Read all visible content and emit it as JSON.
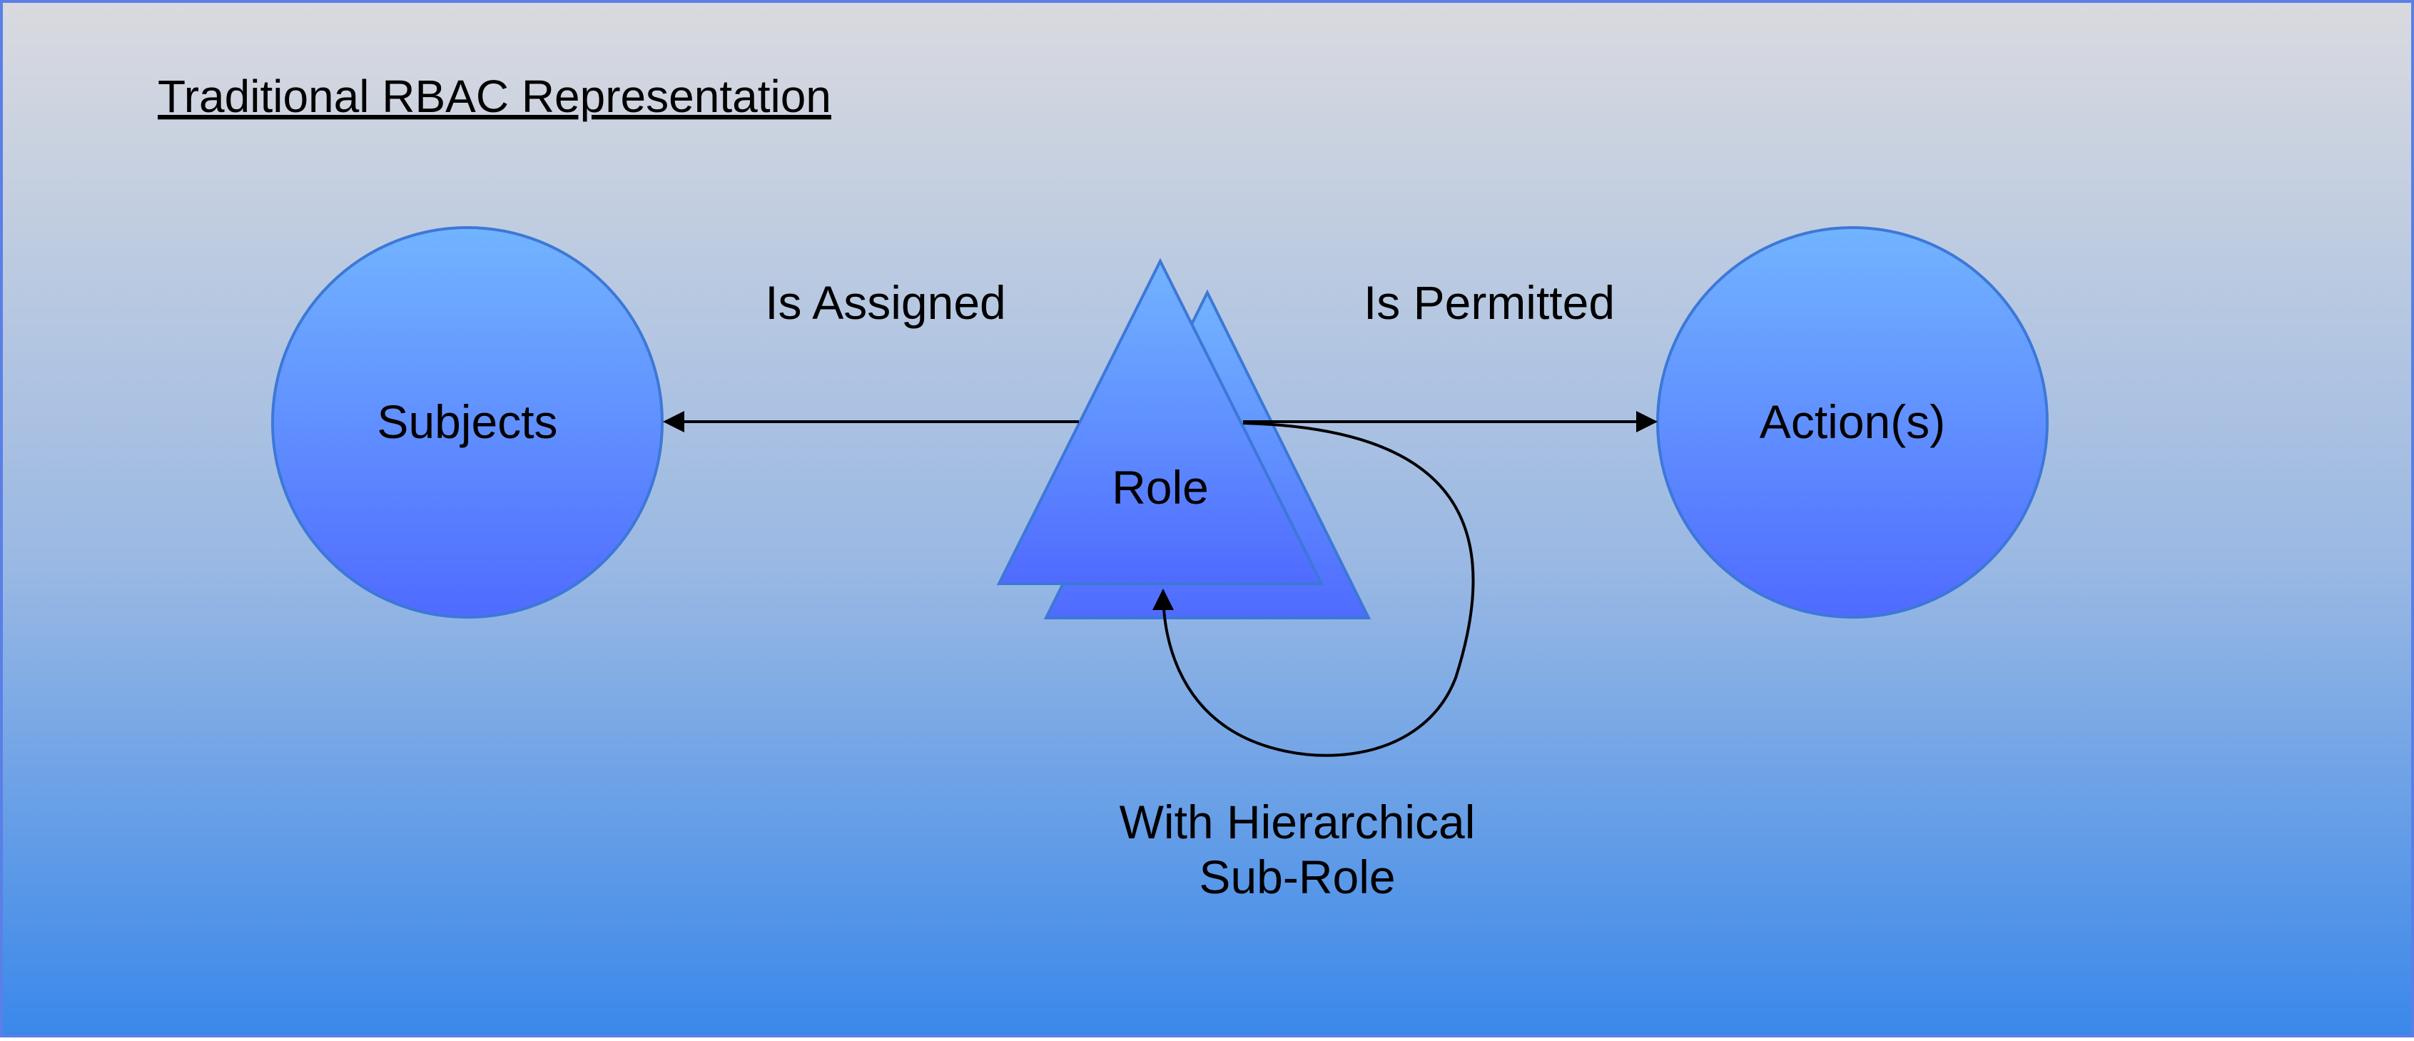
{
  "diagram": {
    "title": "Traditional RBAC Representation",
    "nodes": {
      "subjects": {
        "label": "Subjects",
        "shape": "circle"
      },
      "role": {
        "label": "Role",
        "shape": "stacked-triangles"
      },
      "actions": {
        "label": "Action(s)",
        "shape": "circle"
      }
    },
    "edges": {
      "assigned": {
        "label": "Is Assigned",
        "from": "role",
        "to": "subjects"
      },
      "permitted": {
        "label": "Is Permitted",
        "from": "role",
        "to": "actions"
      },
      "hierarchy": {
        "label_line1": "With Hierarchical",
        "label_line2": "Sub-Role",
        "from": "role",
        "to": "role"
      }
    },
    "colors": {
      "background_top": "#d9dadf",
      "background_mid": "#99b8e3",
      "background_bottom": "#3a88ea",
      "border": "#5a7fe6",
      "shape_top": "#72b4ff",
      "shape_bottom": "#4f6bff",
      "shape_stroke": "#3c78d8",
      "line": "#000000"
    }
  }
}
